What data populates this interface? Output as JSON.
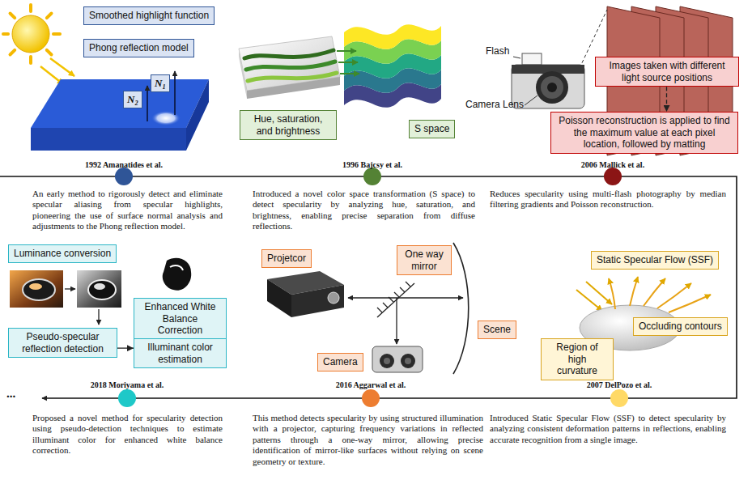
{
  "diagram": {
    "nodes": [
      {
        "text": [
          "Smoothed highlight function"
        ]
      },
      {
        "text": [
          "Phong reflection model"
        ]
      },
      {
        "text": [
          "N₂"
        ]
      },
      {
        "text": [
          "N₁"
        ]
      },
      {
        "text": [
          "Hue, saturation, and brightness"
        ]
      },
      {
        "text": [
          "S space"
        ]
      },
      {
        "text": [
          "Images taken with different light source positions"
        ]
      },
      {
        "text": [
          "Poisson reconstruction is applied to find the maximum value at each pixel location, followed by matting"
        ]
      },
      {
        "text": [
          "Luminance conversion"
        ]
      },
      {
        "text": [
          "Enhanced White Balance Correction"
        ]
      },
      {
        "text": [
          "Pseudo-specular reflection detection"
        ]
      },
      {
        "text": [
          "Illuminant color estimation"
        ]
      },
      {
        "text": [
          "Projetcor"
        ]
      },
      {
        "text": [
          "One way mirror"
        ]
      },
      {
        "text": [
          "Scene"
        ]
      },
      {
        "text": [
          "Camera"
        ]
      },
      {
        "text": [
          "Static Specular Flow (SSF)"
        ]
      },
      {
        "text": [
          "Occluding contours"
        ]
      },
      {
        "text": [
          "Region of high curvature"
        ]
      }
    ],
    "edges": [
      {
        "from": 6,
        "to": 7,
        "arrow": "to"
      },
      {
        "from": 10,
        "to": 11,
        "arrow": "to"
      },
      {
        "from": 11,
        "to": 9,
        "arrow": "to"
      }
    ],
    "labels": [
      "Flash",
      "Camera Lens",
      "1992 Amanatides et al.",
      "An early method to rigorously detect and eliminate specular aliasing from specular highlights, pioneering the use of surface normal analysis and adjustments to the Phong reflection model.",
      "1996 Bajcsy et al.",
      "Introduced a novel color space transformation (S space) to detect specularity by analyzing hue, saturation, and brightness, enabling precise separation from diffuse reflections.",
      "2006 Mallick et al.",
      "Reduces specularity using multi-flash photography by median filtering gradients and Poisson reconstruction.",
      "...",
      "2018 Moriyama et al.",
      "Proposed a novel method for specularity detection using pseudo-detection techniques to estimate illuminant color for enhanced white balance correction.",
      "2016 Aggarwal et al.",
      "This method detects specularity by using structured illumination with a projector, capturing frequency variations in reflected patterns through a one-way mirror, allowing precise identification of mirror-like surfaces without relying on scene geometry or texture.",
      "2007 DelPozo et al.",
      "Introduced Static Specular Flow (SSF) to detect specularity by analyzing consistent deformation patterns in reflections, enabling accurate recognition from a single image."
    ]
  }
}
